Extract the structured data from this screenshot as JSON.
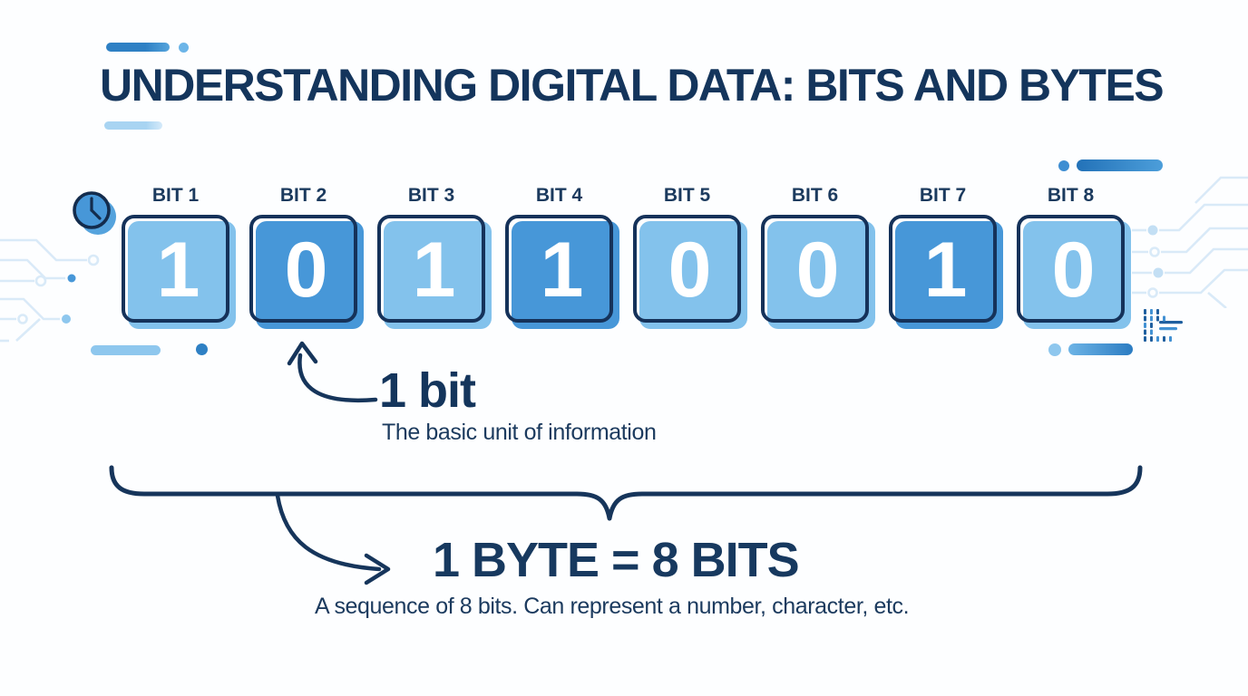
{
  "title": "UNDERSTANDING DIGITAL DATA: BITS AND BYTES",
  "bits": [
    {
      "label": "BIT 1",
      "value": "1",
      "tone": "light"
    },
    {
      "label": "BIT 2",
      "value": "0",
      "tone": "medium"
    },
    {
      "label": "BIT 3",
      "value": "1",
      "tone": "light"
    },
    {
      "label": "BIT 4",
      "value": "1",
      "tone": "medium"
    },
    {
      "label": "BIT 5",
      "value": "0",
      "tone": "light"
    },
    {
      "label": "BIT 6",
      "value": "0",
      "tone": "light"
    },
    {
      "label": "BIT 7",
      "value": "1",
      "tone": "medium"
    },
    {
      "label": "BIT 8",
      "value": "0",
      "tone": "light"
    }
  ],
  "bit_callout": {
    "heading": "1 bit",
    "description": "The basic unit of information"
  },
  "byte_callout": {
    "heading": "1 BYTE = 8 BITS",
    "description": "A sequence of 8 bits. Can represent a number, character, etc."
  },
  "colors": {
    "navy": "#16355b",
    "medium_blue": "#4797d8",
    "light_blue": "#83c2ec",
    "pale_circuit_blue": "#d9eaf8",
    "accent_bar_blue": "#2e80c4",
    "pale_bar_blue": "#a8d4f2"
  }
}
